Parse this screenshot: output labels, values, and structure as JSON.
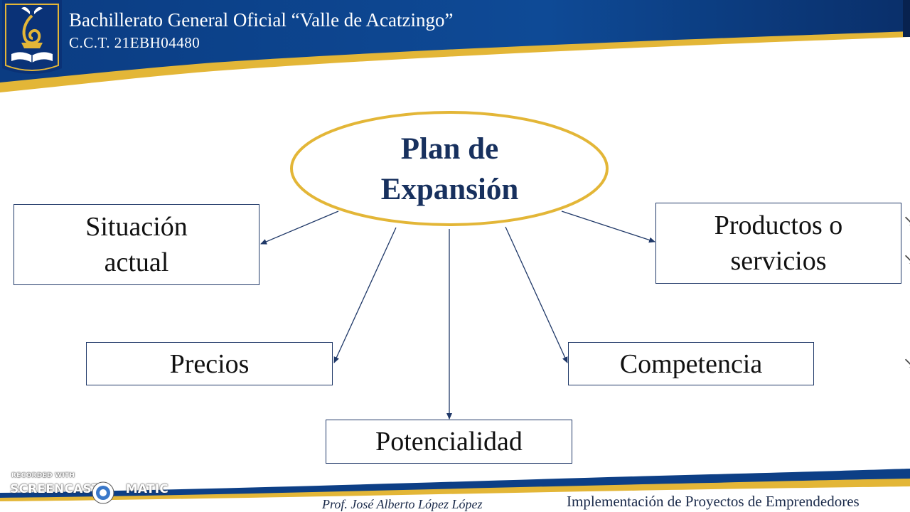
{
  "header": {
    "title": "Bachillerato General Oficial “Valle de Acatzingo”",
    "cct": "C.C.T. 21EBH04480",
    "logo_icon": "school-crest-icon",
    "colors": {
      "navy": "#0d3f86",
      "gold": "#e3b637"
    }
  },
  "diagram": {
    "center": "Plan de Expansión",
    "nodes": {
      "situacion": "Situación actual",
      "productos": "Productos o servicios",
      "precios": "Precios",
      "competencia": "Competencia",
      "potencialidad": "Potencialidad"
    }
  },
  "footer": {
    "professor": "Prof. José Alberto López López",
    "course": "Implementación de Proyectos de Emprendedores"
  },
  "watermark": {
    "top": "RECORDED WITH",
    "left": "SCREENCAST",
    "right": "MATIC",
    "icon": "screencast-o-matic-logo-icon"
  }
}
